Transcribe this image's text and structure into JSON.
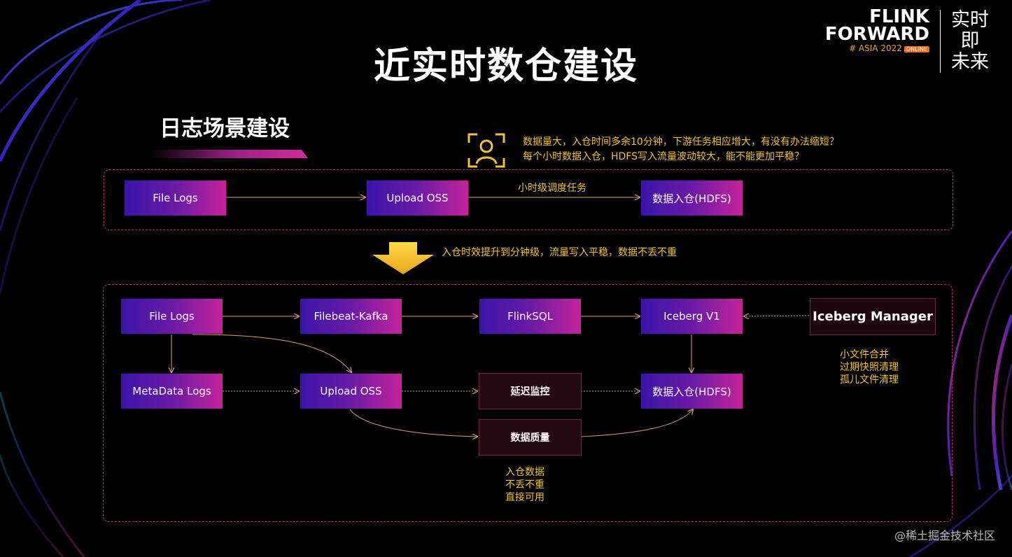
{
  "slide": {
    "title": "近实时数仓建设",
    "subtitle": "日志场景建设",
    "watermark": "@稀土掘金技术社区"
  },
  "brand": {
    "line1": "FLINK",
    "line2": "FORWARD",
    "line3": "# ASIA 2022",
    "badge": "ONLINE",
    "slogan_line1": "实时即",
    "slogan_line2": "未来"
  },
  "problem": {
    "icon": "user-focus-icon",
    "line1": "数据量大，入仓时间多余10分钟，下游任务相应增大，有没有办法缩短？",
    "line2": "每个小时数据入仓，HDFS写入流量波动较大，能不能更加平稳？"
  },
  "before": {
    "file_logs": "File Logs",
    "upload_oss": "Upload OSS",
    "hourly_job": "小时级调度任务",
    "warehouse": "数据入仓(HDFS)"
  },
  "transition": {
    "icon": "arrow-down-icon",
    "text": "入仓时效提升到分钟级，流量写入平稳，数据不丢不重"
  },
  "after": {
    "file_logs": "File Logs",
    "filebeat_kafka": "Filebeat-Kafka",
    "flinksql": "FlinkSQL",
    "iceberg_v1": "Iceberg V1",
    "iceberg_manager": "Iceberg Manager",
    "manager_tasks": [
      "小文件合并",
      "过期快照清理",
      "孤儿文件清理"
    ],
    "metadata_logs": "MetaData Logs",
    "upload_oss": "Upload OSS",
    "latency_monitor": "延迟监控",
    "warehouse": "数据入仓(HDFS)",
    "data_quality": "数据质量",
    "quality_notes": [
      "入仓数据",
      "不丢不重",
      "直接可用"
    ]
  },
  "colors": {
    "accent_yellow": "#f2c23a",
    "panel_border": "#c0307a",
    "box_start": "#3a15a8",
    "box_end": "#c4239a"
  }
}
